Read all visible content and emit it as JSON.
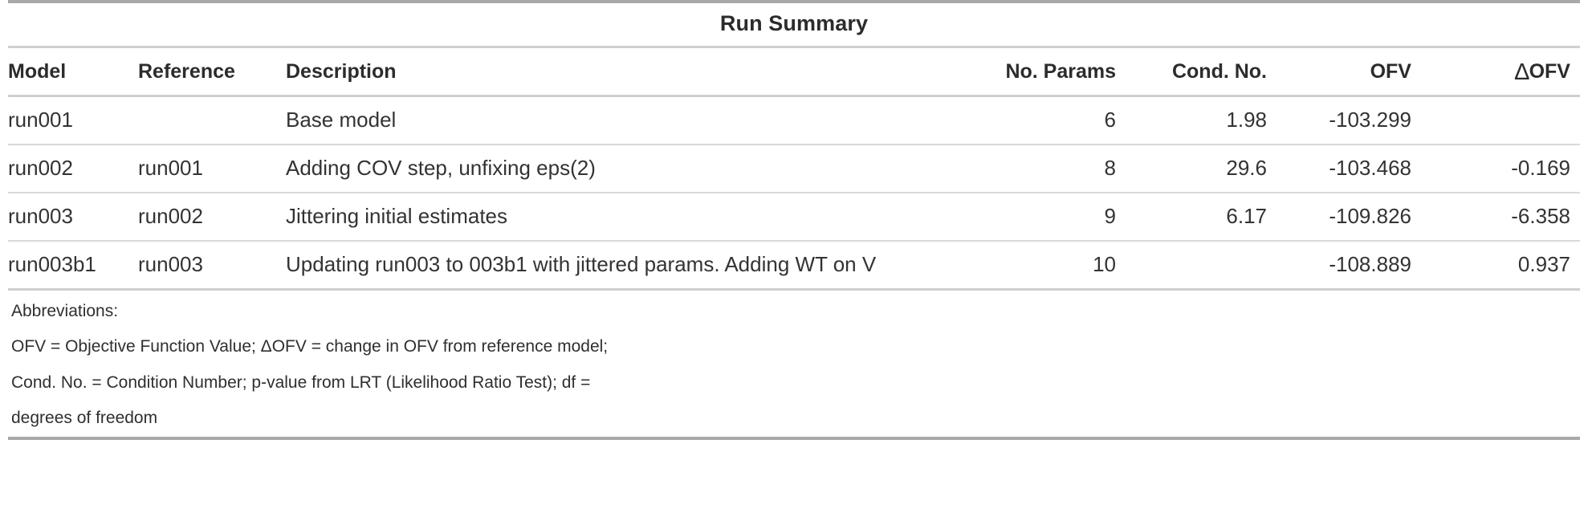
{
  "table": {
    "title": "Run Summary",
    "columns": [
      {
        "key": "model",
        "label": "Model",
        "align": "left"
      },
      {
        "key": "reference",
        "label": "Reference",
        "align": "left"
      },
      {
        "key": "desc",
        "label": "Description",
        "align": "left"
      },
      {
        "key": "params",
        "label": "No. Params",
        "align": "right"
      },
      {
        "key": "cond",
        "label": "Cond. No.",
        "align": "right"
      },
      {
        "key": "ofv",
        "label": "OFV",
        "align": "right"
      },
      {
        "key": "dofv",
        "label": "OFV",
        "align": "right",
        "prefix": "∆"
      }
    ],
    "rows": [
      {
        "model": "run001",
        "reference": "",
        "desc": "Base model",
        "params": "6",
        "cond": "1.98",
        "ofv": "-103.299",
        "dofv": ""
      },
      {
        "model": "run002",
        "reference": "run001",
        "desc": "Adding COV step, unfixing eps(2)",
        "params": "8",
        "cond": "29.6",
        "ofv": "-103.468",
        "dofv": "-0.169"
      },
      {
        "model": "run003",
        "reference": "run002",
        "desc": "Jittering initial estimates",
        "params": "9",
        "cond": "6.17",
        "ofv": "-109.826",
        "dofv": "-6.358"
      },
      {
        "model": "run003b1",
        "reference": "run003",
        "desc": "Updating run003 to 003b1 with jittered params. Adding WT on V",
        "params": "10",
        "cond": "",
        "ofv": "-108.889",
        "dofv": "0.937"
      }
    ],
    "footnotes": [
      "Abbreviations:",
      "OFV = Objective Function Value; ΔOFV = change in OFV from reference model;",
      "Cond. No. = Condition Number; p-value from LRT (Likelihood Ratio Test); df =",
      "degrees of freedom"
    ]
  },
  "colors": {
    "rule_major": "#a8a8a8",
    "rule_minor": "#d9d9d9",
    "rule_header": "#cfcfcf",
    "text": "#333333",
    "heading_text": "#2c2c2c",
    "background": "#ffffff"
  }
}
